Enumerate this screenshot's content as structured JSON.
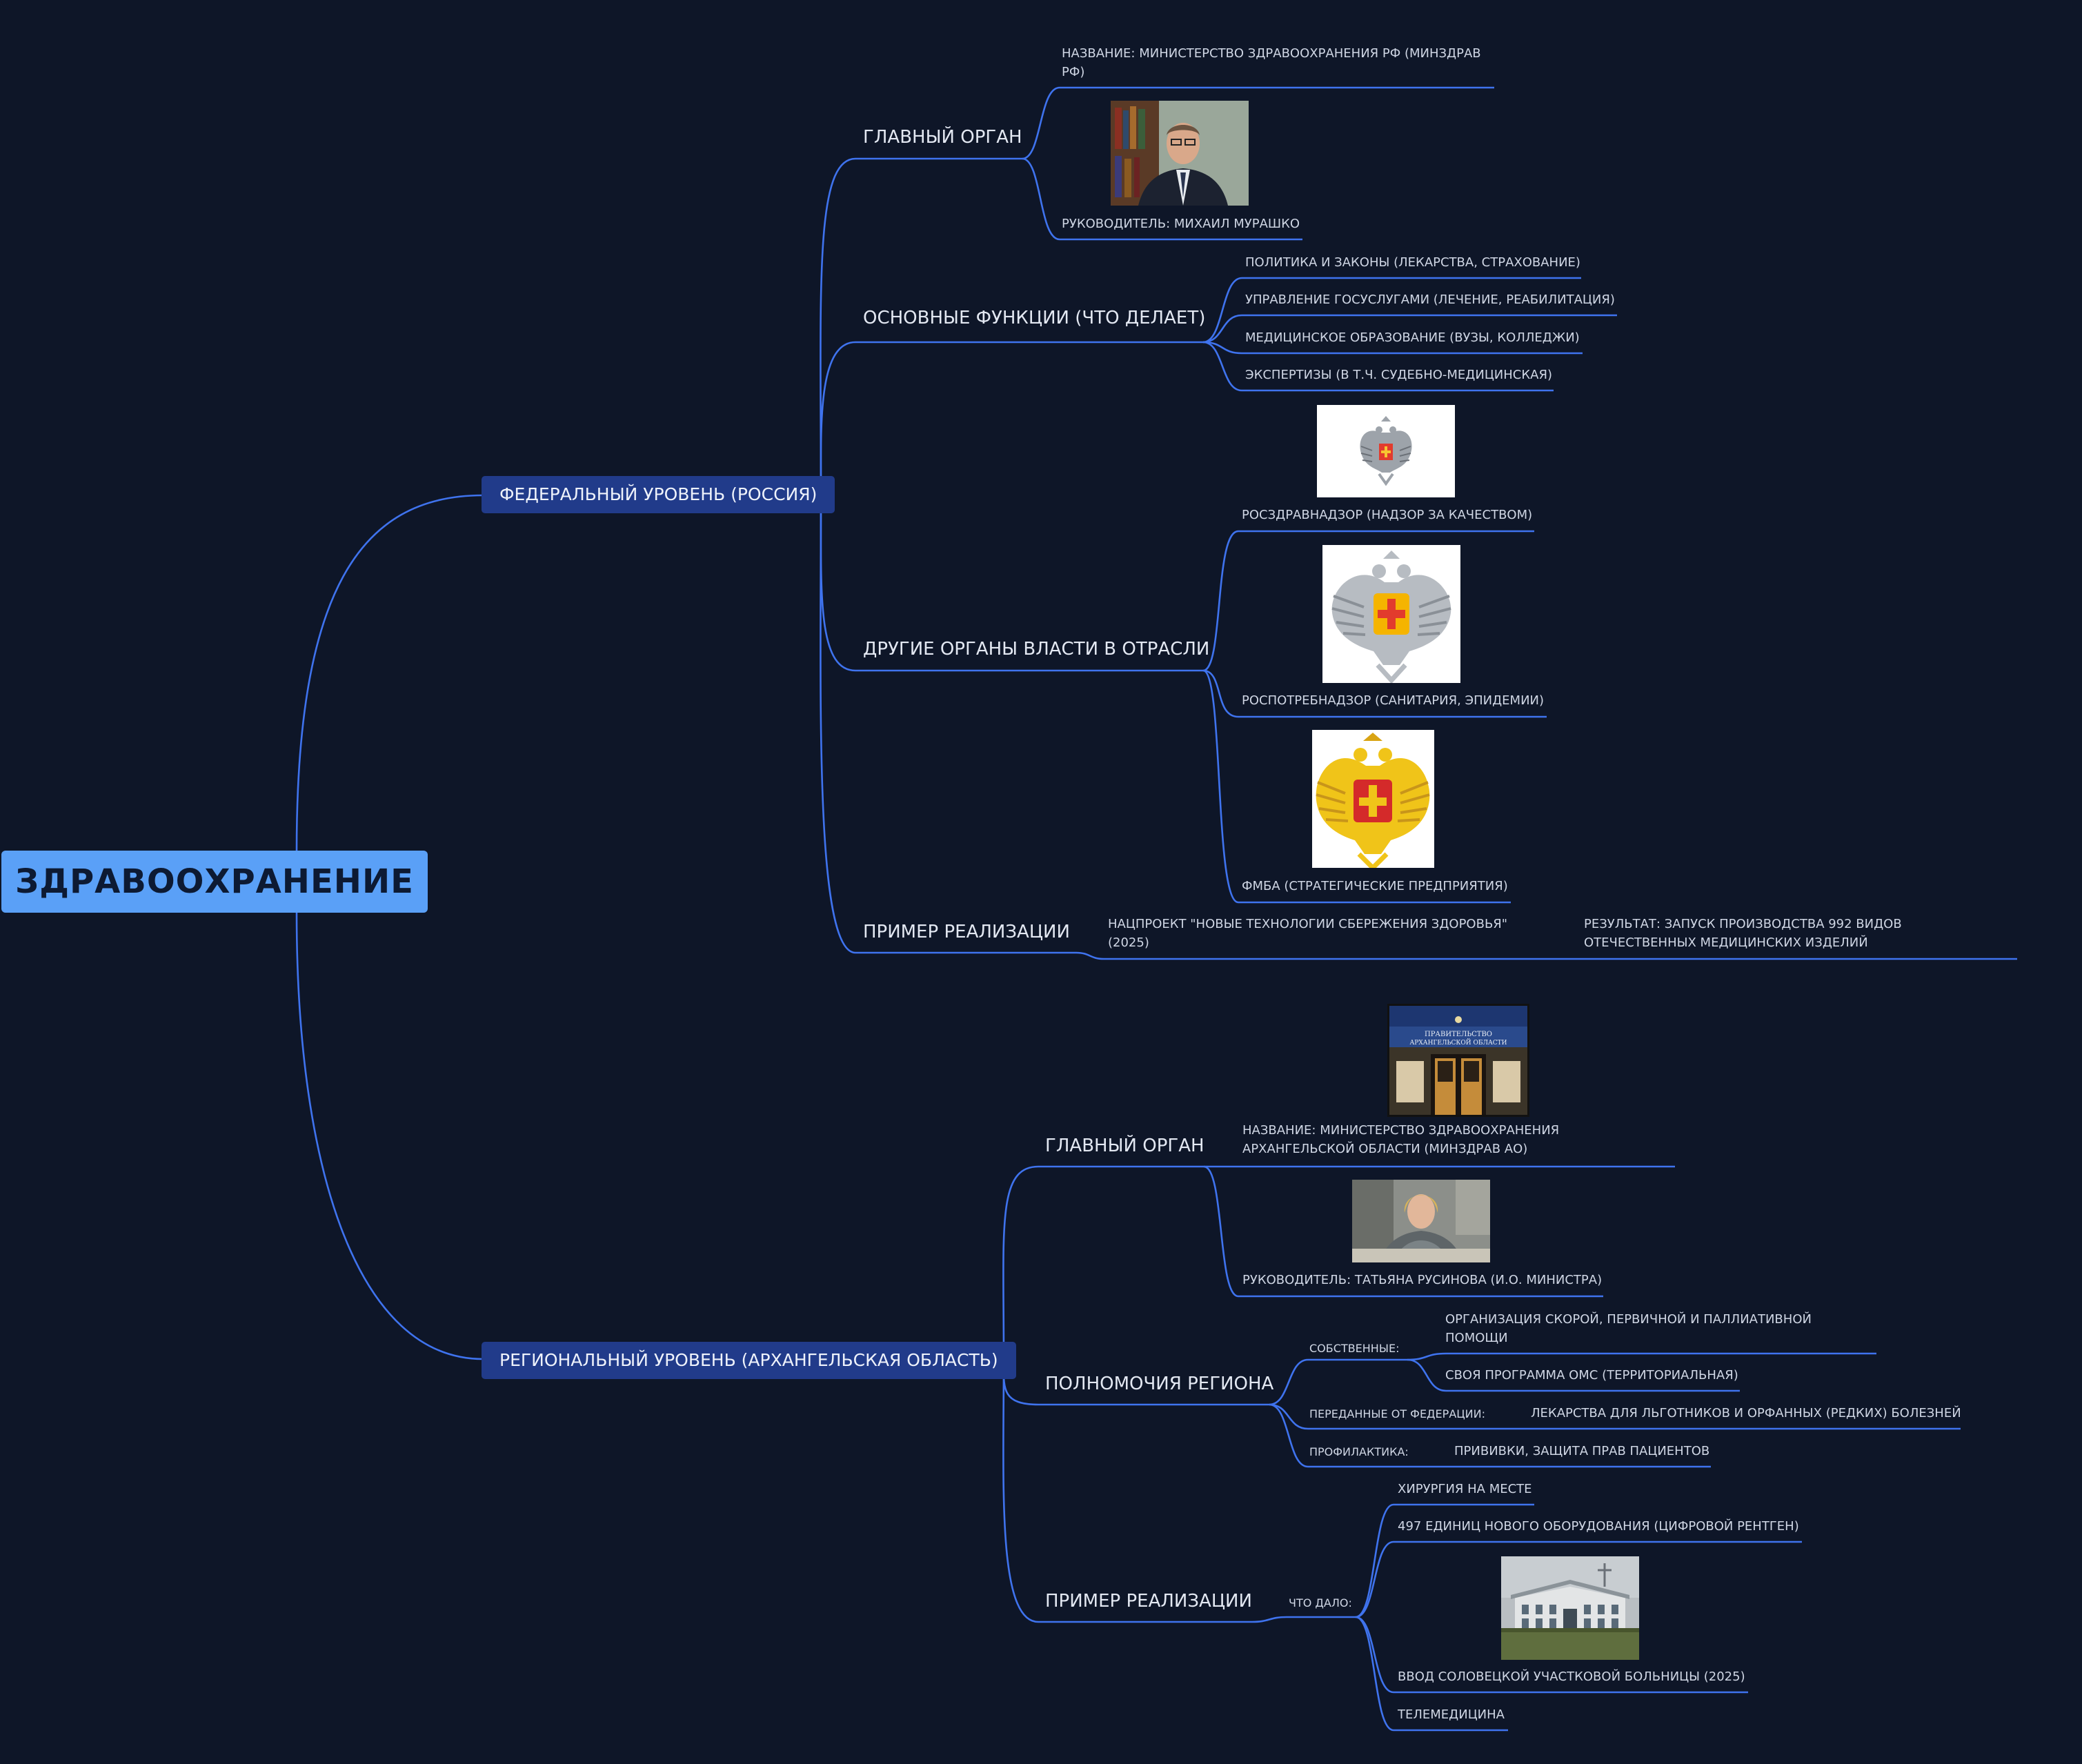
{
  "root": {
    "label": "ЗДРАВООХРАНЕНИЕ"
  },
  "federal": {
    "label": "ФЕДЕРАЛЬНЫЙ УРОВЕНЬ (РОССИЯ)",
    "main_body": {
      "label": "ГЛАВНЫЙ ОРГАН",
      "name_line1": "НАЗВАНИЕ: МИНИСТЕРСТВО ЗДРАВООХРАНЕНИЯ РФ (МИНЗДРАВ",
      "name_line2": "РФ)",
      "head": "РУКОВОДИТЕЛЬ: МИХАИЛ МУРАШКО"
    },
    "functions": {
      "label": "ОСНОВНЫЕ ФУНКЦИИ (ЧТО ДЕЛАЕТ)",
      "items": [
        "ПОЛИТИКА И ЗАКОНЫ (ЛЕКАРСТВА, СТРАХОВАНИЕ)",
        "УПРАВЛЕНИЕ ГОСУСЛУГАМИ (ЛЕЧЕНИЕ, РЕАБИЛИТАЦИЯ)",
        "МЕДИЦИНСКОЕ ОБРАЗОВАНИЕ (ВУЗЫ, КОЛЛЕДЖИ)",
        "ЭКСПЕРТИЗЫ (В Т.Ч. СУДЕБНО-МЕДИЦИНСКАЯ)"
      ]
    },
    "other_bodies": {
      "label": "ДРУГИЕ ОРГАНЫ ВЛАСТИ В ОТРАСЛИ",
      "items": [
        "РОСЗДРАВНАДЗОР (НАДЗОР ЗА КАЧЕСТВОМ)",
        "РОСПОТРЕБНАДЗОР (САНИТАРИЯ, ЭПИДЕМИИ)",
        "ФМБА (СТРАТЕГИЧЕСКИЕ ПРЕДПРИЯТИЯ)"
      ]
    },
    "example": {
      "label": "ПРИМЕР РЕАЛИЗАЦИИ",
      "project_line1": "НАЦПРОЕКТ \"НОВЫЕ ТЕХНОЛОГИИ СБЕРЕЖЕНИЯ ЗДОРОВЬЯ\"",
      "project_line2": "(2025)",
      "result_line1": "РЕЗУЛЬТАТ: ЗАПУСК ПРОИЗВОДСТВА 992 ВИДОВ",
      "result_line2": "ОТЕЧЕСТВЕННЫХ МЕДИЦИНСКИХ ИЗДЕЛИЙ"
    }
  },
  "regional": {
    "label": "РЕГИОНАЛЬНЫЙ УРОВЕНЬ (АРХАНГЕЛЬСКАЯ ОБЛАСТЬ)",
    "main_body": {
      "label": "ГЛАВНЫЙ ОРГАН",
      "name_line1": "НАЗВАНИЕ: МИНИСТЕРСТВО ЗДРАВООХРАНЕНИЯ",
      "name_line2": "АРХАНГЕЛЬСКОЙ ОБЛАСТИ (МИНЗДРАВ АО)",
      "head": "РУКОВОДИТЕЛЬ: ТАТЬЯНА РУСИНОВА (И.О. МИНИСТРА)",
      "building_sign_line1": "ПРАВИТЕЛЬСТВО",
      "building_sign_line2": "АРХАНГЕЛЬСКОЙ ОБЛАСТИ"
    },
    "powers": {
      "label": "ПОЛНОМОЧИЯ РЕГИОНА",
      "own_label": "СОБСТВЕННЫЕ:",
      "own_1_line1": "ОРГАНИЗАЦИЯ СКОРОЙ, ПЕРВИЧНОЙ И ПАЛЛИАТИВНОЙ",
      "own_1_line2": "ПОМОЩИ",
      "own_2": "СВОЯ ПРОГРАММА ОМС (ТЕРРИТОРИАЛЬНАЯ)",
      "delegated_label": "ПЕРЕДАННЫЕ ОТ ФЕДЕРАЦИИ:",
      "delegated_item": "ЛЕКАРСТВА ДЛЯ ЛЬГОТНИКОВ И ОРФАННЫХ (РЕДКИХ) БОЛЕЗНЕЙ",
      "prevention_label": "ПРОФИЛАКТИКА:",
      "prevention_item": "ПРИВИВКИ, ЗАЩИТА ПРАВ ПАЦИЕНТОВ"
    },
    "example": {
      "label": "ПРИМЕР РЕАЛИЗАЦИИ",
      "gave_label": "ЧТО ДАЛО:",
      "items": [
        "ХИРУРГИЯ НА МЕСТЕ",
        "497 ЕДИНИЦ НОВОГО ОБОРУДОВАНИЯ (ЦИФРОВОЙ РЕНТГЕН)",
        "ВВОД СОЛОВЕЦКОЙ УЧАСТКОВОЙ БОЛЬНИЦЫ (2025)",
        "ТЕЛЕМЕДИЦИНА"
      ]
    }
  },
  "colors": {
    "background": "#0e1628",
    "connector": "#3f73ee",
    "root_fill": "#5aa0f7",
    "level1_fill": "#213b8a"
  },
  "icons": {
    "federal_head_photo": "person-photo",
    "roszdravnadzor_emblem": "double-headed-eagle-emblem",
    "rospotrebnadzor_emblem": "double-headed-eagle-emblem",
    "fmba_emblem": "double-headed-eagle-emblem",
    "regional_building_photo": "building-photo",
    "regional_head_photo": "person-photo",
    "hospital_photo": "building-photo"
  }
}
